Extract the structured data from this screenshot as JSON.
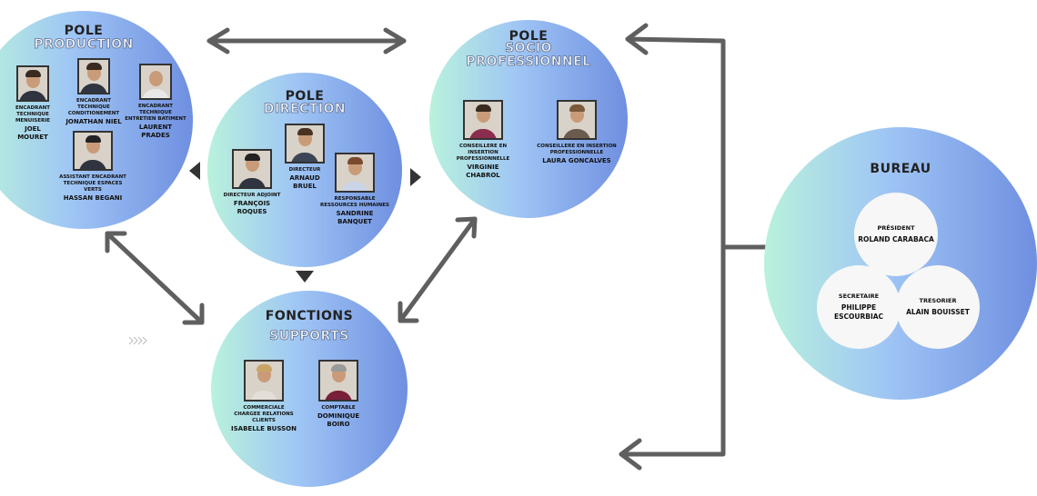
{
  "poles": {
    "production": {
      "title_line1": "POLE",
      "title_line2": "PRODUCTION",
      "members": [
        {
          "role": "ENCADRANT TECHNIQUE MENUISERIE",
          "name": "JOEL MOURET"
        },
        {
          "role": "ENCADRANT TECHNIQUE CONDITIONEMENT",
          "name": "JONATHAN NIEL"
        },
        {
          "role": "ENCADRANT TECHNIQUE ENTRETIEN BATIMENT",
          "name": "LAURENT PRADES"
        },
        {
          "role": "ASSISTANT ENCADRANT TECHNIQUE ESPACES VERTS",
          "name": "HASSAN BEGANI"
        }
      ]
    },
    "direction": {
      "title_line1": "POLE",
      "title_line2": "DIRECTION",
      "members": [
        {
          "role": "DIRECTEUR ADJOINT",
          "name": "FRANÇOIS ROQUES"
        },
        {
          "role": "DIRECTEUR",
          "name": "ARNAUD BRUEL"
        },
        {
          "role": "RESPONSABLE RESSOURCES HUMAINES",
          "name": "SANDRINE BANQUET"
        }
      ]
    },
    "socio": {
      "title_line1": "POLE",
      "title_line2": "SOCIO",
      "title_line3": "PROFESSIONNEL",
      "members": [
        {
          "role": "CONSEILLERE EN INSERTION PROFESSIONNELLE",
          "name": "VIRGINIE CHABROL"
        },
        {
          "role": "CONSEILLERE EN INSERTION PROFESSIONNELLE",
          "name": "LAURA GONCALVES"
        }
      ]
    },
    "fonctions": {
      "title_line1": "FONCTIONS",
      "title_line2": "SUPPORTS",
      "members": [
        {
          "role": "COMMERCIALE CHARGEE RELATIONS CLIENTS",
          "name": "ISABELLE BUSSON"
        },
        {
          "role": "COMPTABLE",
          "name": "DOMINIQUE BOIRO"
        }
      ]
    }
  },
  "bureau": {
    "title": "BUREAU",
    "president": {
      "role": "PRÉSIDENT",
      "name": "ROLAND CARABACA"
    },
    "secretaire": {
      "role": "SECRETAIRE",
      "name": "PHILIPPE ESCOURBIAC"
    },
    "tresorier": {
      "role": "TRESORIER",
      "name": "ALAIN BOUISSET"
    }
  },
  "colors": {
    "arrow": "#5f5f5f",
    "gradient_start": "#b9f2dc",
    "gradient_mid": "#9fc5f5",
    "gradient_end": "#6f8fe0"
  }
}
